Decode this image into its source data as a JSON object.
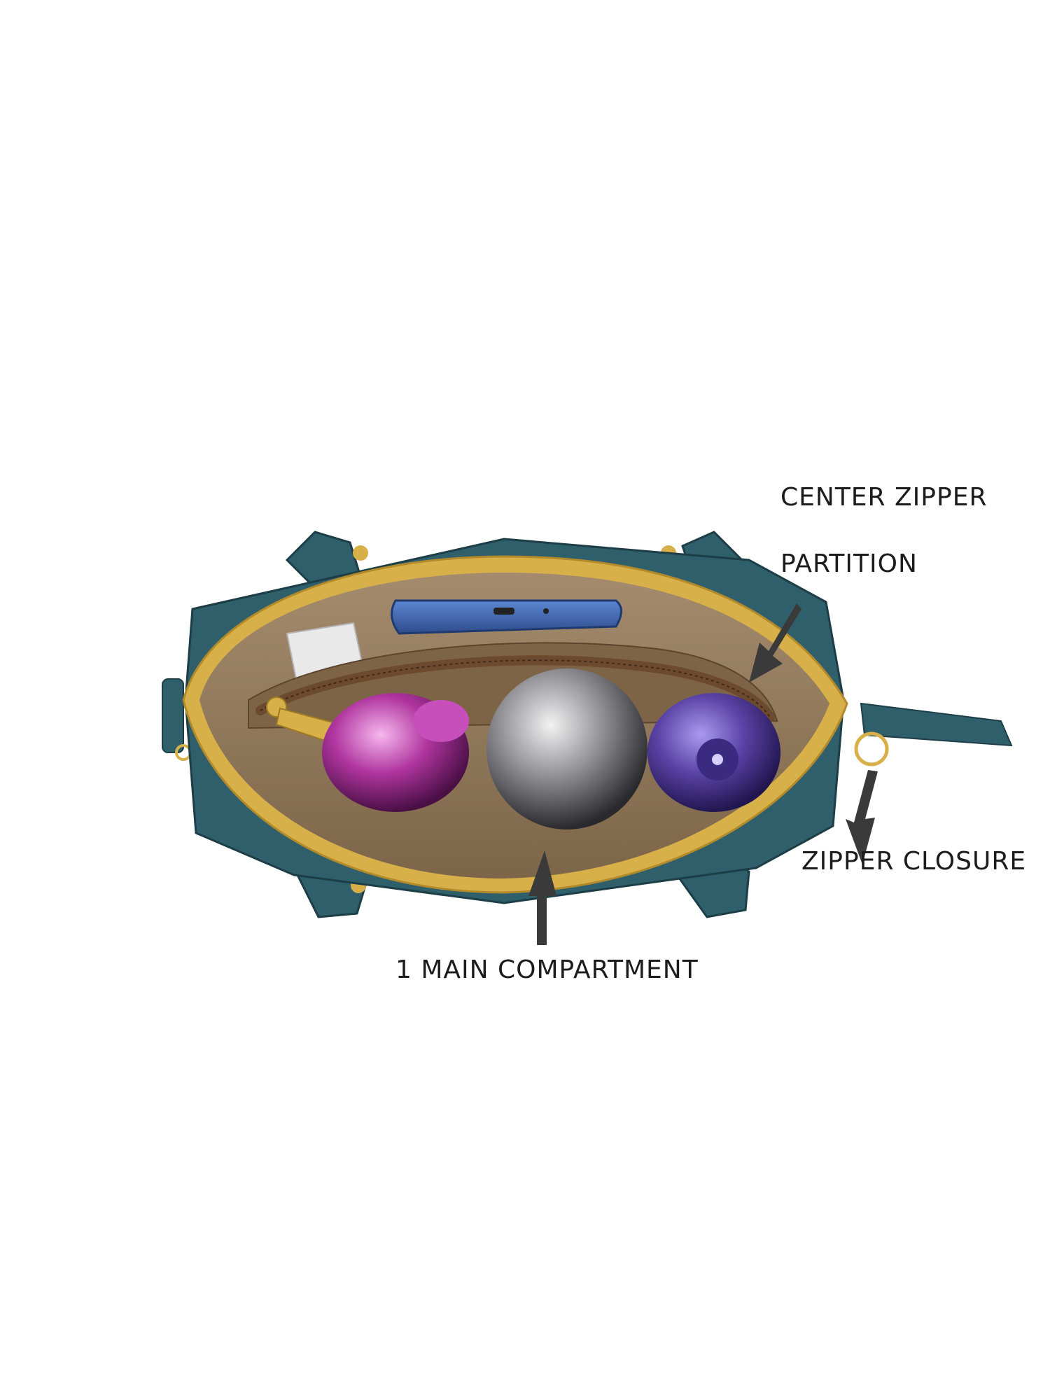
{
  "annotations": {
    "center_zipper_line1": "CENTER ZIPPER",
    "center_zipper_line2": "PARTITION",
    "zipper_closure": "ZIPPER CLOSURE",
    "main_compartment": "1 MAIN COMPARTMENT"
  },
  "colors": {
    "bag_leather": "#2f5f6b",
    "bag_leather_dark": "#244c57",
    "lining": "#8c7459",
    "lining_light": "#a48b6d",
    "zipper_gold": "#d8b04a",
    "zipper_tape": "#6b4a2e",
    "phone_blue": "#3a5fa6",
    "bottle_magenta": "#b0359f",
    "bottle_silver": "#8e8e92",
    "bottle_purple": "#5a43a6",
    "arrow": "#3a3a3a"
  },
  "icons": [
    "arrow-icon"
  ]
}
